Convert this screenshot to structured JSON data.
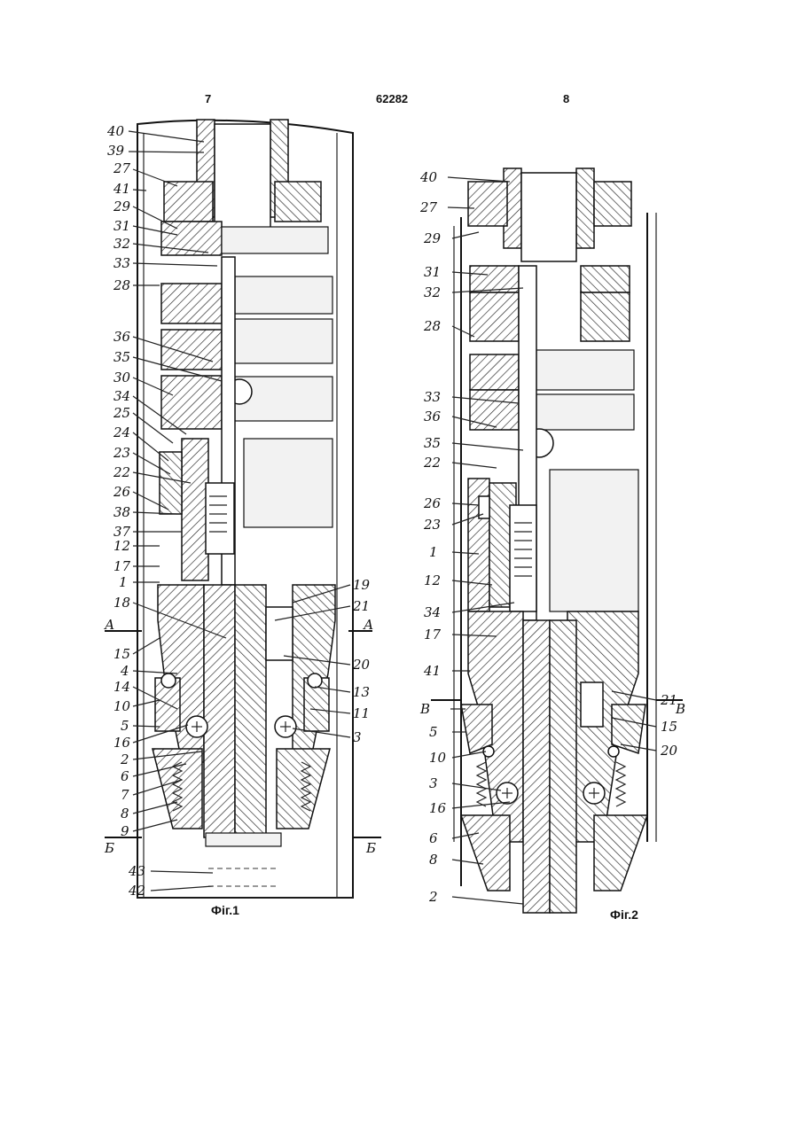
{
  "header": {
    "page_left": "7",
    "patent_number": "62282",
    "page_right": "8"
  },
  "figures": [
    {
      "caption": "Фіг.1",
      "left_labels": [
        "40",
        "39",
        "27",
        "41",
        "29",
        "31",
        "32",
        "33",
        "28",
        "36",
        "35",
        "30",
        "34",
        "25",
        "24",
        "23",
        "22",
        "26",
        "38",
        "37",
        "12",
        "17",
        "1",
        "18",
        "А",
        "15",
        "4",
        "14",
        "10",
        "5",
        "16",
        "2",
        "6",
        "7",
        "8",
        "9",
        "Б"
      ],
      "right_labels": [
        "19",
        "21",
        "А",
        "20",
        "13",
        "11",
        "3",
        "Б"
      ],
      "bottom_labels": [
        "43",
        "42"
      ]
    },
    {
      "caption": "Фіг.2",
      "left_labels": [
        "40",
        "27",
        "29",
        "31",
        "32",
        "28",
        "33",
        "36",
        "35",
        "22",
        "26",
        "23",
        "1",
        "12",
        "34",
        "17",
        "41",
        "В",
        "5",
        "10",
        "3",
        "16",
        "6",
        "8",
        "2"
      ],
      "right_labels": [
        "В",
        "15",
        "21",
        "20"
      ]
    }
  ]
}
